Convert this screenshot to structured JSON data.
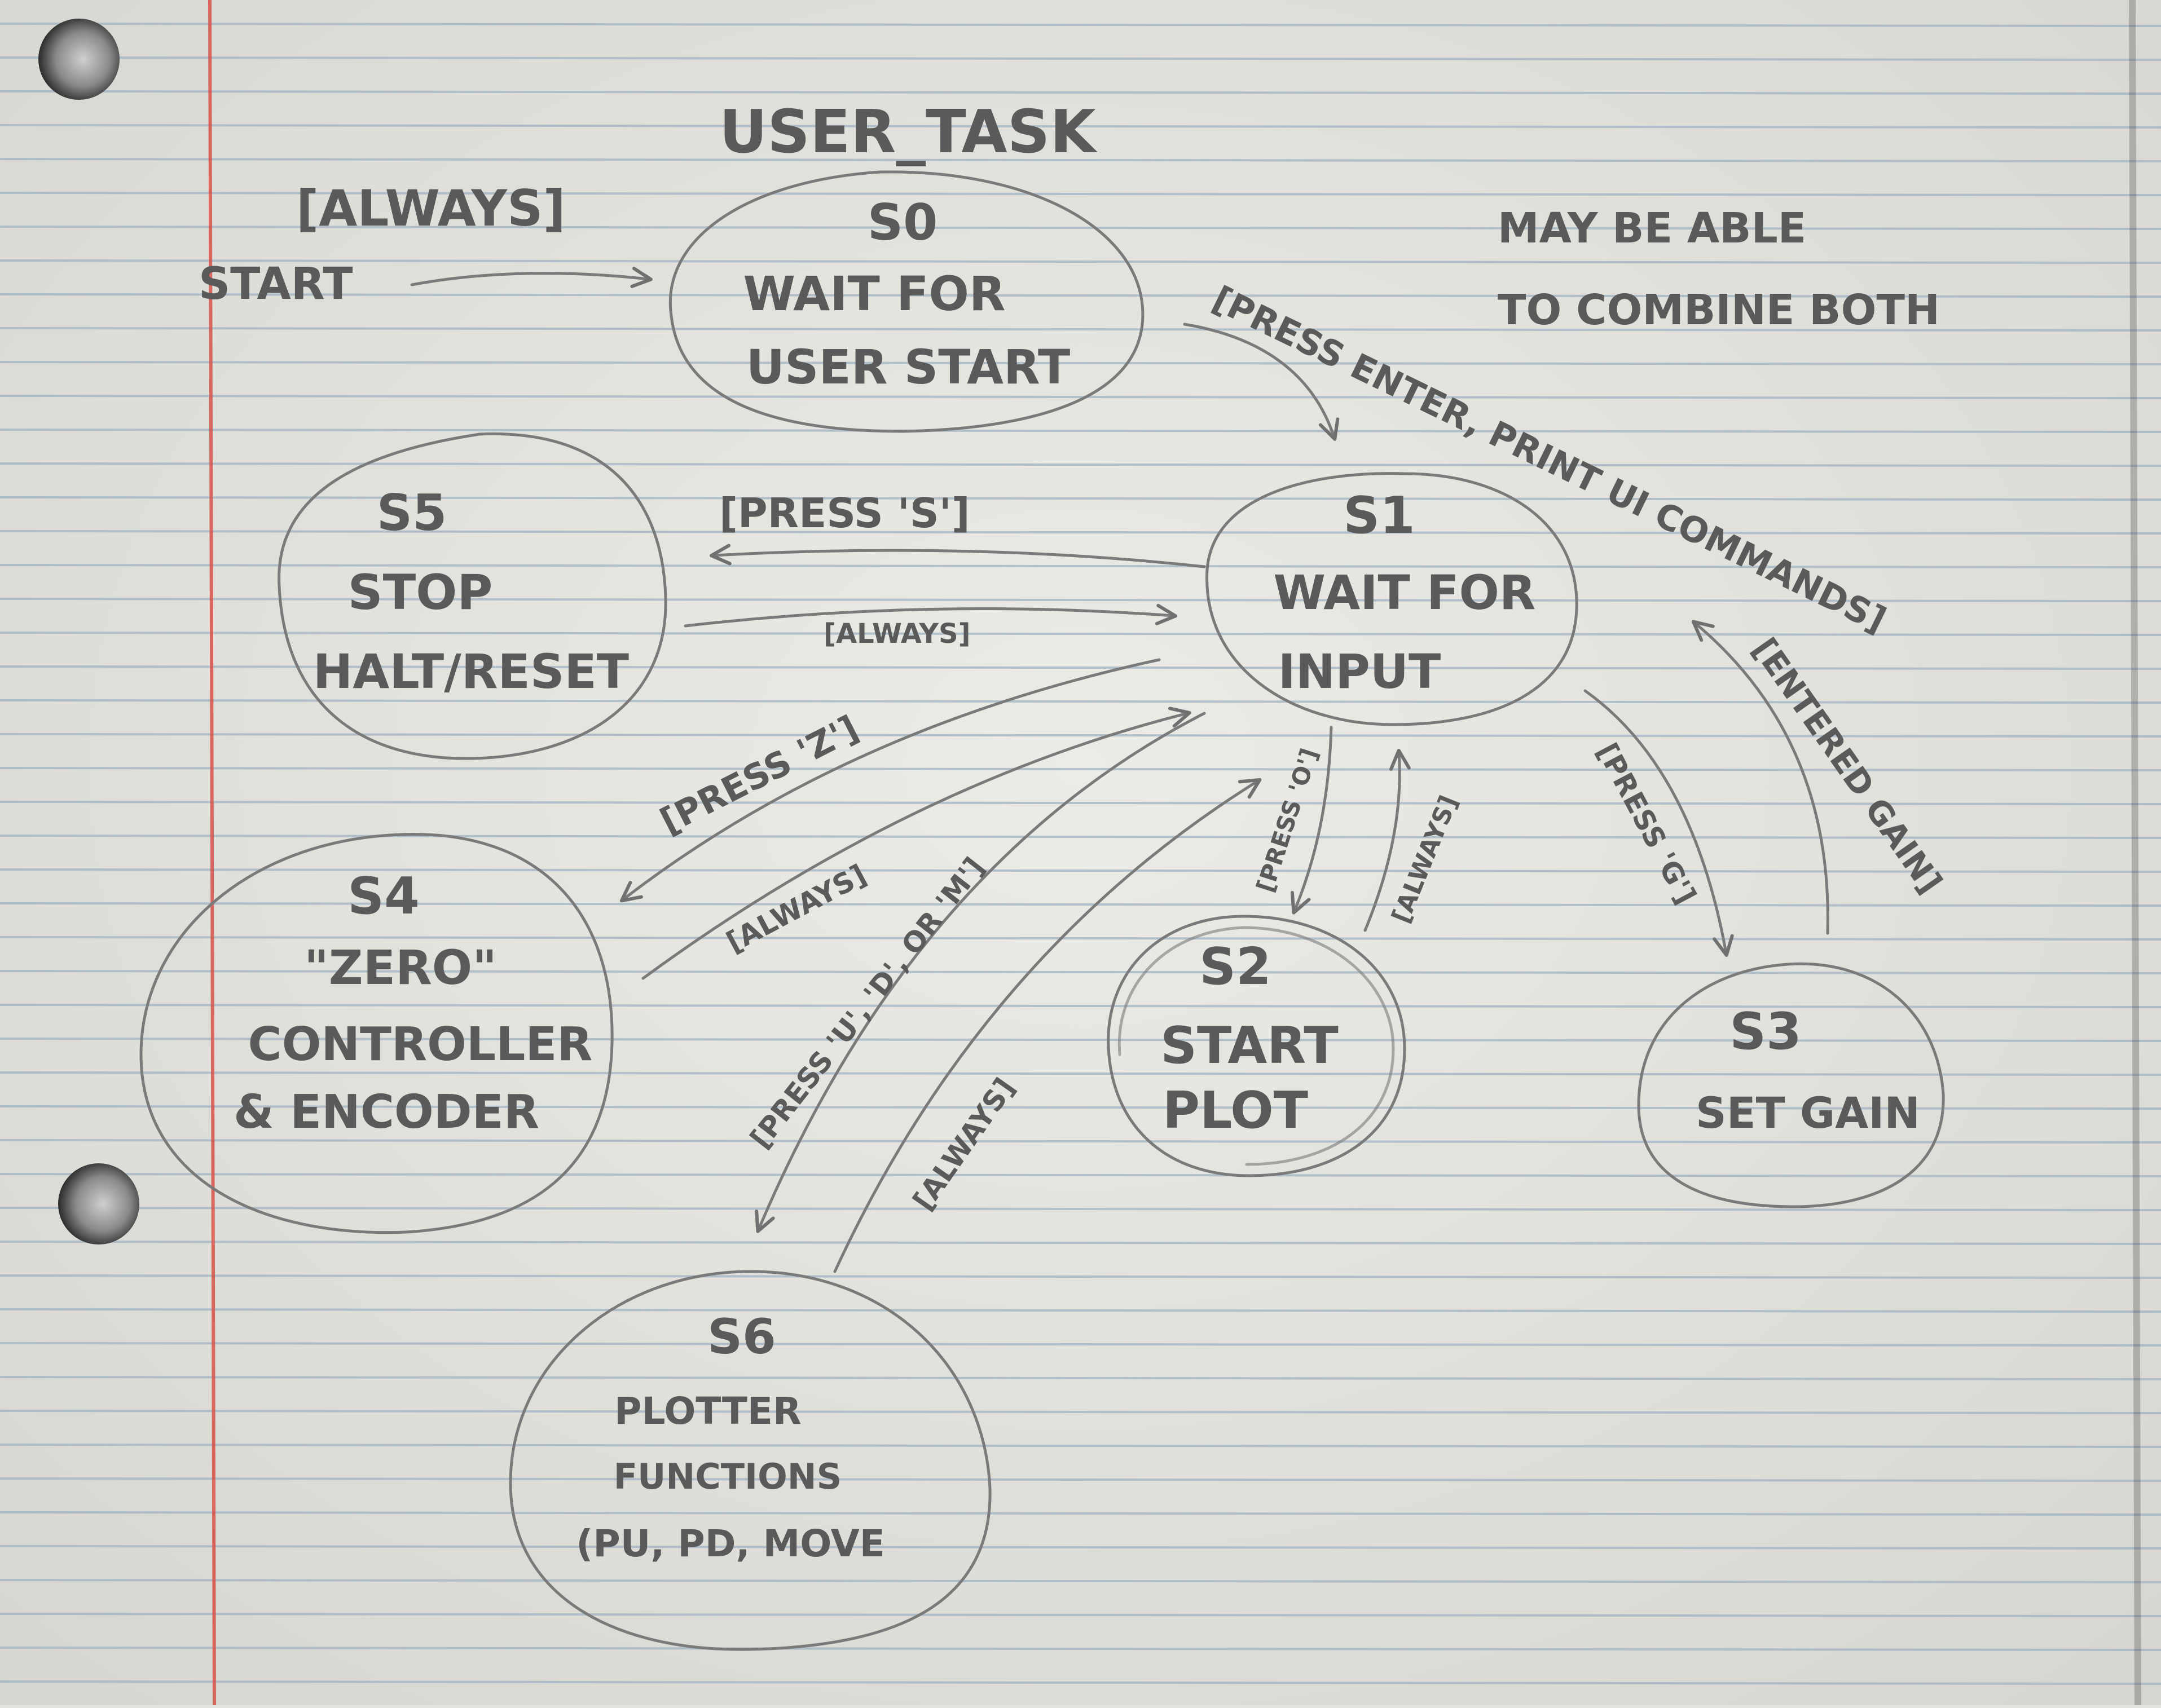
{
  "diagram": {
    "title": "USER_TASK",
    "note": {
      "line1": "MAY BE ABLE",
      "line2": "TO COMBINE BOTH"
    },
    "states": [
      {
        "id": "S0",
        "lines": [
          "WAIT FOR",
          "USER START"
        ]
      },
      {
        "id": "S1",
        "lines": [
          "WAIT FOR",
          "INPUT"
        ]
      },
      {
        "id": "S2",
        "lines": [
          "START",
          "PLOT"
        ]
      },
      {
        "id": "S3",
        "lines": [
          "SET GAIN"
        ]
      },
      {
        "id": "S4",
        "lines": [
          "\"ZERO\"",
          "CONTROLLER",
          "& ENCODER"
        ]
      },
      {
        "id": "S5",
        "lines": [
          "STOP",
          "HALT/RESET"
        ]
      },
      {
        "id": "S6",
        "lines": [
          "PLOTTER",
          "FUNCTIONS",
          "(PU, PD, MOVE"
        ]
      }
    ],
    "transitions": [
      {
        "from": "START",
        "to": "S0",
        "label": "[ALWAYS]",
        "start_text": "START"
      },
      {
        "from": "S0",
        "to": "S1",
        "label": "[PRESS ENTER, PRINT UI COMMANDS]"
      },
      {
        "from": "S1",
        "to": "S5",
        "label": "[PRESS 'S']"
      },
      {
        "from": "S5",
        "to": "S1",
        "label": "[ALWAYS]"
      },
      {
        "from": "S1",
        "to": "S4",
        "label": "[PRESS 'Z']"
      },
      {
        "from": "S4",
        "to": "S1",
        "label": "[ALWAYS]"
      },
      {
        "from": "S1",
        "to": "S6",
        "label": "[PRESS 'U', 'D', OR 'M']"
      },
      {
        "from": "S6",
        "to": "S1",
        "label": "[ALWAYS]"
      },
      {
        "from": "S1",
        "to": "S2",
        "label": "[PRESS 'O']"
      },
      {
        "from": "S2",
        "to": "S1",
        "label": "[ALWAYS]"
      },
      {
        "from": "S1",
        "to": "S3",
        "label": "[PRESS 'G']"
      },
      {
        "from": "S3",
        "to": "S1",
        "label": "[ENTERED GAIN]"
      }
    ]
  },
  "colors": {
    "paper": "#e4e3de",
    "rule_line": "#9fb3c4",
    "margin_line": "#d8534a",
    "pencil": "#6e6e6e"
  }
}
